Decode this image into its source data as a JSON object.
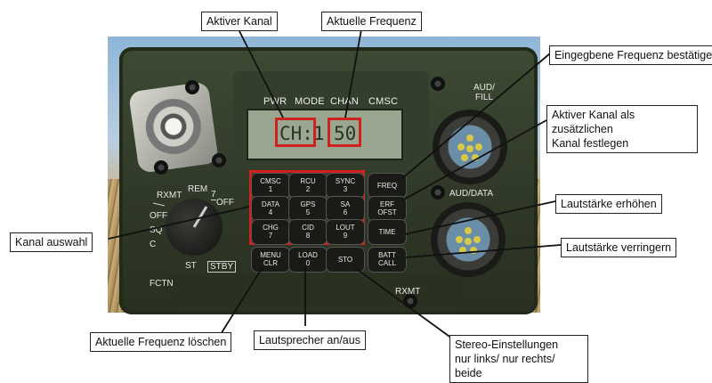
{
  "callouts": {
    "active_channel": "Aktiver Kanal",
    "current_frequency": "Aktuelle Frequenz",
    "confirm_frequency": "Eingegbene Frequenz bestätigen",
    "extra_channel_line1": "Aktiver Kanal als zusätzlichen",
    "extra_channel_line2": "Kanal festlegen",
    "volume_up": "Lautstärke erhöhen",
    "volume_down": "Lautstärke verringern",
    "channel_select": "Kanal auswahl",
    "clear_frequency": "Aktuelle Frequenz löschen",
    "speaker": "Lautsprecher an/aus",
    "stereo_line1": "Stereo-Einstellungen",
    "stereo_line2": "nur links/ nur rechts/ beide"
  },
  "display": {
    "headers": [
      "PWR",
      "MODE",
      "CHAN",
      "CMSC"
    ],
    "channel": "CH:1",
    "frequency": "50"
  },
  "keypad": [
    {
      "top": "CMSC",
      "bottom": "1"
    },
    {
      "top": "RCU",
      "bottom": "2"
    },
    {
      "top": "SYNC",
      "bottom": "3"
    },
    {
      "top": "DATA",
      "bottom": "4"
    },
    {
      "top": "GPS",
      "bottom": "5"
    },
    {
      "top": "SA",
      "bottom": "6"
    },
    {
      "top": "CHG",
      "bottom": "7"
    },
    {
      "top": "CID",
      "bottom": "8"
    },
    {
      "top": "LOUT",
      "bottom": "9"
    },
    {
      "top": "MENU",
      "bottom": "CLR"
    },
    {
      "top": "LOAD",
      "bottom": "0"
    },
    {
      "top": "STO",
      "bottom": ""
    }
  ],
  "side_keys": [
    {
      "top": "FREQ",
      "bottom": ""
    },
    {
      "top": "ERF",
      "bottom": "OFST"
    },
    {
      "top": "TIME",
      "bottom": ""
    },
    {
      "top": "BATT",
      "bottom": "CALL"
    }
  ],
  "panel_labels": {
    "aud_fill_1": "AUD/",
    "aud_fill_2": "FILL",
    "aud_data": "AUD/DATA",
    "rxmt_top": "RXMT",
    "rem": "REM",
    "off_sel": "OFF",
    "off": "OFF",
    "sq": "SQ",
    "c": "C",
    "st": "ST",
    "stby": "STBY",
    "fctn": "FCTN",
    "rxmt_bottom": "RXMT",
    "seven": "7"
  }
}
